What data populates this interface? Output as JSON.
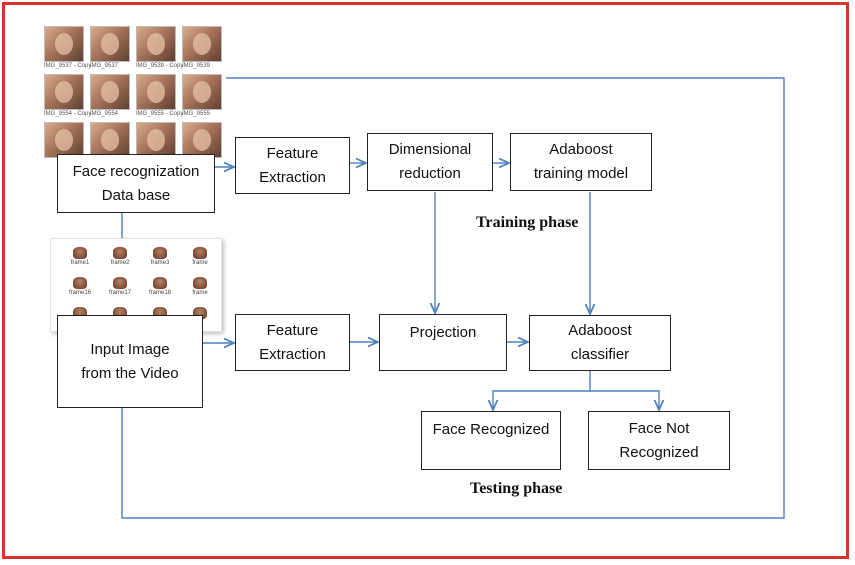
{
  "colors": {
    "border": "#d9342b",
    "arrow": "#4f81bd",
    "box_border": "#222222"
  },
  "boxes": {
    "database": {
      "line1": "Face recognization",
      "line2": "Data base"
    },
    "input": {
      "line1": "Input Image",
      "line2": "from the Video"
    },
    "feature_train": {
      "line1": "Feature",
      "line2": "Extraction"
    },
    "feature_test": {
      "line1": "Feature",
      "line2": "Extraction"
    },
    "dimensional": {
      "line1": "Dimensional",
      "line2": "reduction"
    },
    "adaboost_train": {
      "line1": "Adaboost",
      "line2": "training model"
    },
    "projection": {
      "line1": "Projection"
    },
    "adaboost_classifier": {
      "line1": "Adaboost",
      "line2": "classifier"
    },
    "face_recognized": {
      "line1": "Face Recognized"
    },
    "face_not_recognized": {
      "line1": "Face Not",
      "line2": "Recognized"
    }
  },
  "phases": {
    "training": "Training phase",
    "testing": "Testing phase"
  },
  "face_thumbnails": [
    "IMG_9537 - Copy",
    "IMG_9537",
    "IMG_9539 - Copy",
    "IMG_9539",
    "IMG_9554 - Copy",
    "IMG_9554",
    "IMG_9555 - Copy",
    "IMG_9555",
    "",
    "",
    "",
    ""
  ],
  "video_frames": [
    "frame1",
    "frame2",
    "frame3",
    "frame",
    "frame16",
    "frame17",
    "frame18",
    "frame",
    "",
    "",
    "",
    ""
  ]
}
